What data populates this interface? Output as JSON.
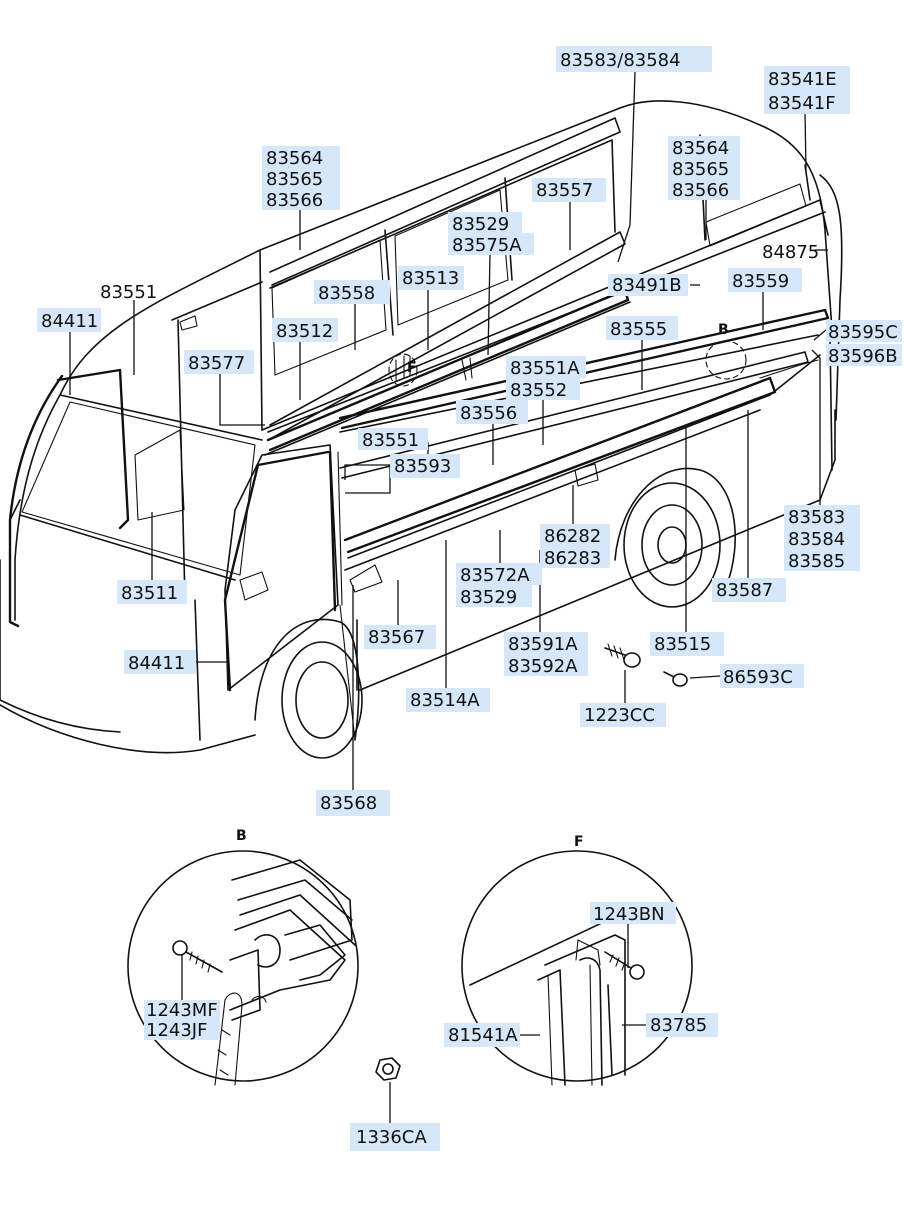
{
  "callouts": {
    "p83583_83584_top": "83583/83584",
    "p83541E": "83541E",
    "p83541F": "83541F",
    "p83564_l": "83564",
    "p83565_l": "83565",
    "p83566_l": "83566",
    "p83564_r": "83564",
    "p83565_r": "83565",
    "p83566_r": "83566",
    "p83557": "83557",
    "p83529_top": "83529",
    "p83575A": "83575A",
    "p84875": "84875",
    "p83551_top": "83551",
    "p84411_top": "84411",
    "p83558": "83558",
    "p83513": "83513",
    "p83491B": "83491B",
    "p83559": "83559",
    "p83512": "83512",
    "p83555": "83555",
    "p83595C": "83595C",
    "p83596B": "83596B",
    "p83577": "83577",
    "p83551A": "83551A",
    "p83552": "83552",
    "p83556": "83556",
    "p83551_mid": "83551",
    "p83593": "83593",
    "p86282": "86282",
    "p86283": "86283",
    "p83583": "83583",
    "p83584": "83584",
    "p83585": "83585",
    "p83572A": "83572A",
    "p83529_bot": "83529",
    "p83511": "83511",
    "p83587": "83587",
    "p83567": "83567",
    "p83591A": "83591A",
    "p83592A": "83592A",
    "p83515": "83515",
    "p84411_bot": "84411",
    "p86593C": "86593C",
    "p83514A": "83514A",
    "p1223CC": "1223CC",
    "p83568": "83568",
    "p1243MF": "1243MF",
    "p1243JF": "1243JF",
    "p1336CA": "1336CA",
    "p1243BN": "1243BN",
    "p81541A": "81541A",
    "p83785": "83785"
  },
  "detail_marks": {
    "b_on_body": "B",
    "f_on_body": "F",
    "b_title": "B",
    "f_title": "F"
  },
  "colors": {
    "label_fill": "#d5e7f8",
    "line": "#111111"
  }
}
